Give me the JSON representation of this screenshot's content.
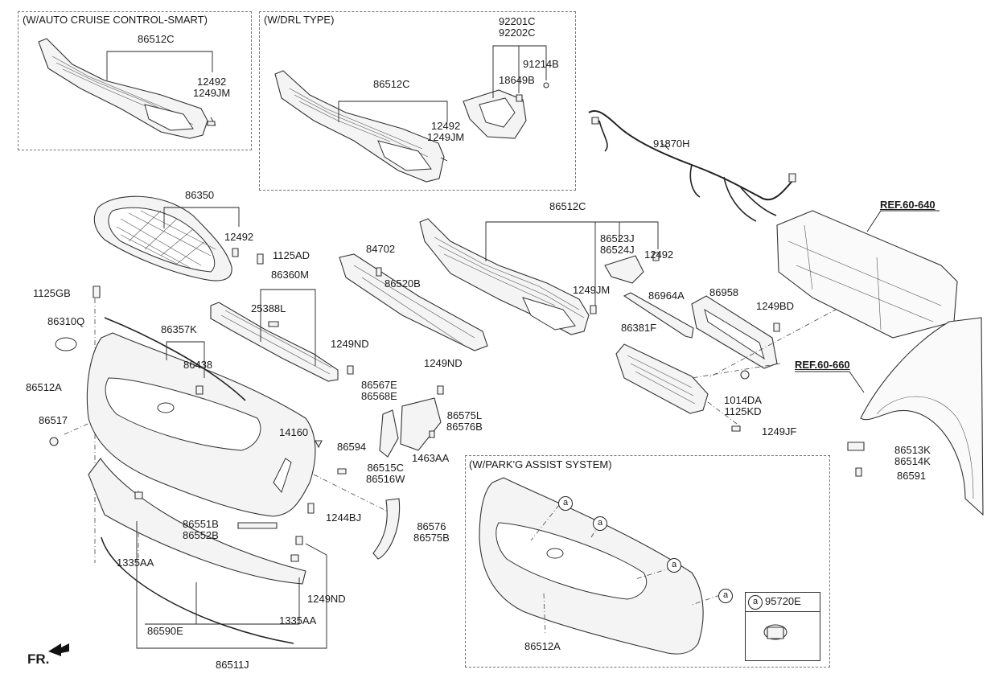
{
  "sections": {
    "acc": "(W/AUTO CRUISE CONTROL-SMART)",
    "drl": "(W/DRL TYPE)",
    "park": "(W/PARK'G ASSIST SYSTEM)"
  },
  "refs": {
    "r640": "REF.60-640",
    "r660": "REF.60-660"
  },
  "labels": {
    "acc_86512C": "86512C",
    "acc_12492": "12492\n1249JM",
    "drl_92201C": "92201C\n92202C",
    "drl_91214B": "91214B",
    "drl_18649B": "18649B",
    "drl_86512C": "86512C",
    "drl_12492": "12492\n1249JM",
    "p91870H": "91870H",
    "p86350": "86350",
    "p12492a": "12492",
    "p1125AD": "1125AD",
    "p86360M": "86360M",
    "p25388L": "25388L",
    "p1125GB": "1125GB",
    "p86310Q": "86310Q",
    "p86357K": "86357K",
    "p86438": "86438",
    "p1249ND_a": "1249ND",
    "p84702": "84702",
    "p86520B": "86520B",
    "p86512C": "86512C",
    "p86523J": "86523J\n86524J",
    "p12492b": "12492",
    "p1249JM": "1249JM",
    "p86964A": "86964A",
    "p86958": "86958",
    "p1249BD": "1249BD",
    "p86381F": "86381F",
    "p1014DA": "1014DA\n1125KD",
    "p1249JF": "1249JF",
    "p1249ND_b": "1249ND",
    "p86567E": "86567E\n86568E",
    "p86575L": "86575L\n86576B",
    "p1463AA": "1463AA",
    "p86512A": "86512A",
    "p86517": "86517",
    "p14160": "14160",
    "p86594": "86594",
    "p86515C": "86515C\n86516W",
    "p1244BJ": "1244BJ",
    "p86551B": "86551B\n86552B",
    "p86576": "86576\n86575B",
    "p1335AA_a": "1335AA",
    "p1249ND_c": "1249ND",
    "p1335AA_b": "1335AA",
    "p86590E": "86590E",
    "p86511J": "86511J",
    "p86513K": "86513K\n86514K",
    "p86591": "86591",
    "park_86512A": "86512A",
    "legend_a": "a",
    "legend_part": "95720E",
    "fr": "FR."
  },
  "callout_letter": "a",
  "colors": {
    "line": "#222222",
    "part_fill": "#f4f4f4",
    "box_border": "#777777"
  }
}
